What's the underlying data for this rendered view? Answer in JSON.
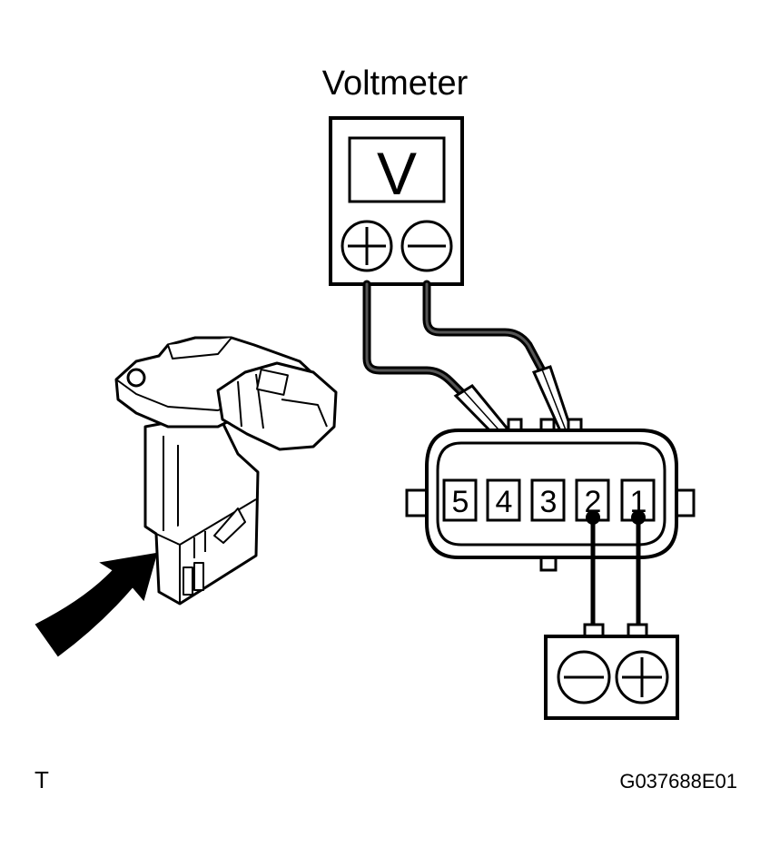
{
  "voltmeter": {
    "title": "Voltmeter",
    "display_symbol": "V",
    "terminal_positive_icon": "plus-icon",
    "terminal_negative_icon": "minus-icon"
  },
  "connector": {
    "pins": [
      "5",
      "4",
      "3",
      "2",
      "1"
    ]
  },
  "battery": {
    "terminal_negative_icon": "minus-icon",
    "terminal_positive_icon": "plus-icon"
  },
  "footer": {
    "left_code": "T",
    "figure_id": "G037688E01"
  }
}
